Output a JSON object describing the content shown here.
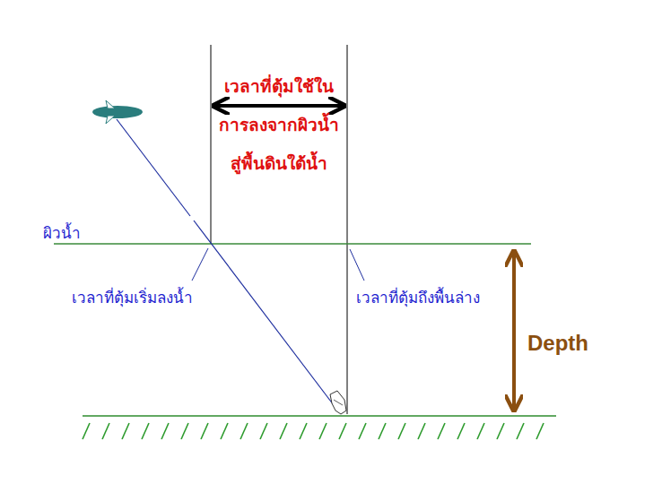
{
  "diagram": {
    "labels": [
      "เวลาที่ตุ้มใช้ใน การลงจากผิวน้ำ สู่พื้นดินใต้น้ำ",
      "ผิวน้ำ",
      "เวลาที่ตุ้มเริ่มลงน้ำ",
      "เวลาที่ตุ้มถึงพื้นล่าง",
      "Depth"
    ]
  }
}
